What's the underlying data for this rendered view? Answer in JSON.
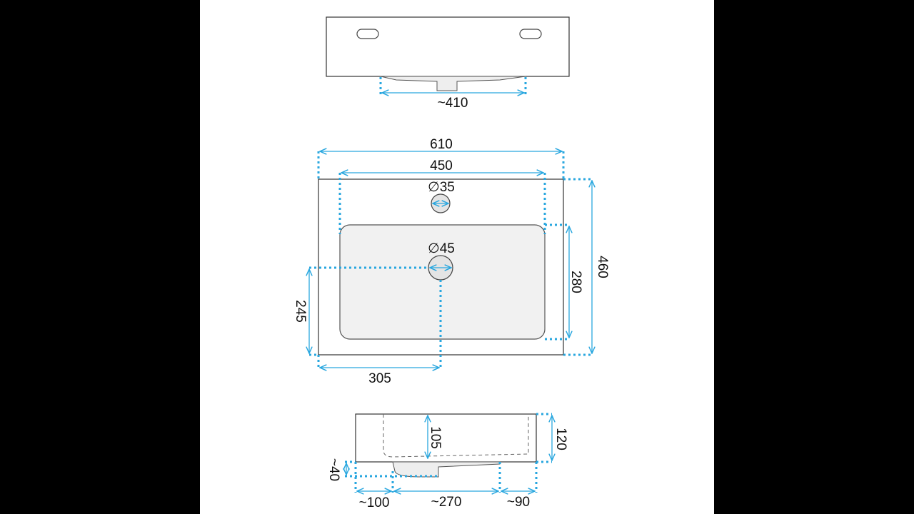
{
  "colors": {
    "accent": "#29a7df",
    "background": "#000000",
    "paper": "#ffffff"
  },
  "top_view": {
    "drain_width_label": "~410"
  },
  "plan_view": {
    "overall_width_label": "610",
    "basin_width_label": "450",
    "tap_hole_label": "∅35",
    "drain_hole_label": "∅45",
    "overall_depth_label": "460",
    "basin_depth_label": "280",
    "drain_from_front_label": "245",
    "drain_from_left_label": "305"
  },
  "side_view": {
    "basin_depth_label": "105",
    "total_height_label": "120",
    "drain_drop_label": "~40",
    "left_offset_label": "~100",
    "drain_width_label": "~270",
    "right_offset_label": "~90"
  }
}
